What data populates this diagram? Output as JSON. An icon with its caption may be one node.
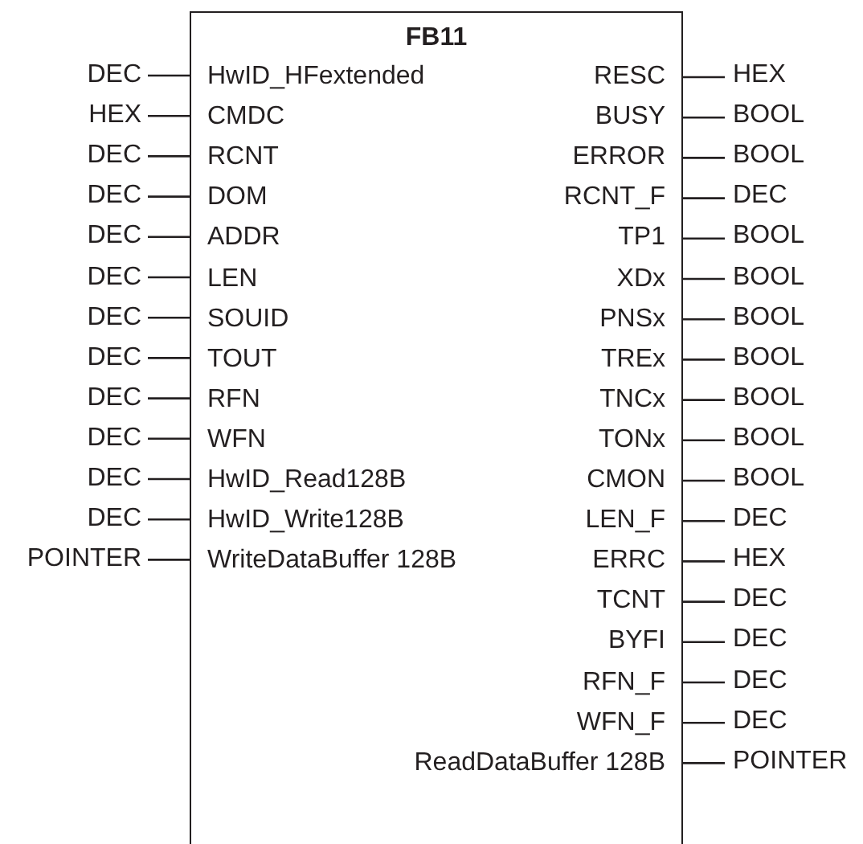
{
  "diagram": {
    "nodes": [
      {
        "text": [
          "FB11"
        ]
      },
      {
        "text": [
          "DEC"
        ]
      },
      {
        "text": [
          "HwID_HFextended"
        ],
        "in": 0
      },
      {
        "text": [
          "HEX"
        ]
      },
      {
        "text": [
          "CMDC"
        ],
        "in": 0
      },
      {
        "text": [
          "DEC"
        ]
      },
      {
        "text": [
          "RCNT"
        ],
        "in": 0
      },
      {
        "text": [
          "DEC"
        ]
      },
      {
        "text": [
          "DOM"
        ],
        "in": 0
      },
      {
        "text": [
          "DEC"
        ]
      },
      {
        "text": [
          "ADDR"
        ],
        "in": 0
      },
      {
        "text": [
          "DEC"
        ]
      },
      {
        "text": [
          "LEN"
        ],
        "in": 0
      },
      {
        "text": [
          "DEC"
        ]
      },
      {
        "text": [
          "SOUID"
        ],
        "in": 0
      },
      {
        "text": [
          "DEC"
        ]
      },
      {
        "text": [
          "TOUT"
        ],
        "in": 0
      },
      {
        "text": [
          "DEC"
        ]
      },
      {
        "text": [
          "RFN"
        ],
        "in": 0
      },
      {
        "text": [
          "DEC"
        ]
      },
      {
        "text": [
          "WFN"
        ],
        "in": 0
      },
      {
        "text": [
          "DEC"
        ]
      },
      {
        "text": [
          "HwID_Read128B"
        ],
        "in": 0
      },
      {
        "text": [
          "DEC"
        ]
      },
      {
        "text": [
          "HwID_Write128B"
        ],
        "in": 0
      },
      {
        "text": [
          "POINTER"
        ]
      },
      {
        "text": [
          "WriteDataBuffer 128B"
        ],
        "in": 0
      },
      {
        "text": [
          "RESC"
        ],
        "in": 0
      },
      {
        "text": [
          "HEX"
        ]
      },
      {
        "text": [
          "BUSY"
        ],
        "in": 0
      },
      {
        "text": [
          "BOOL"
        ]
      },
      {
        "text": [
          "ERROR"
        ],
        "in": 0
      },
      {
        "text": [
          "BOOL"
        ]
      },
      {
        "text": [
          "RCNT_F"
        ],
        "in": 0
      },
      {
        "text": [
          "DEC"
        ]
      },
      {
        "text": [
          "TP1"
        ],
        "in": 0
      },
      {
        "text": [
          "BOOL"
        ]
      },
      {
        "text": [
          "XDx"
        ],
        "in": 0
      },
      {
        "text": [
          "BOOL"
        ]
      },
      {
        "text": [
          "PNSx"
        ],
        "in": 0
      },
      {
        "text": [
          "BOOL"
        ]
      },
      {
        "text": [
          "TREx"
        ],
        "in": 0
      },
      {
        "text": [
          "BOOL"
        ]
      },
      {
        "text": [
          "TNCx"
        ],
        "in": 0
      },
      {
        "text": [
          "BOOL"
        ]
      },
      {
        "text": [
          "TONx"
        ],
        "in": 0
      },
      {
        "text": [
          "BOOL"
        ]
      },
      {
        "text": [
          "CMON"
        ],
        "in": 0
      },
      {
        "text": [
          "BOOL"
        ]
      },
      {
        "text": [
          "LEN_F"
        ],
        "in": 0
      },
      {
        "text": [
          "DEC"
        ]
      },
      {
        "text": [
          "ERRC"
        ],
        "in": 0
      },
      {
        "text": [
          "HEX"
        ]
      },
      {
        "text": [
          "TCNT"
        ],
        "in": 0
      },
      {
        "text": [
          "DEC"
        ]
      },
      {
        "text": [
          "BYFI"
        ],
        "in": 0
      },
      {
        "text": [
          "DEC"
        ]
      },
      {
        "text": [
          "RFN_F"
        ],
        "in": 0
      },
      {
        "text": [
          "DEC"
        ]
      },
      {
        "text": [
          "WFN_F"
        ],
        "in": 0
      },
      {
        "text": [
          "DEC"
        ]
      },
      {
        "text": [
          "ReadDataBuffer 128B"
        ],
        "in": 0
      },
      {
        "text": [
          "POINTER"
        ]
      }
    ],
    "edges": [
      {
        "from": 1,
        "to": 2,
        "arrow": "none"
      },
      {
        "from": 3,
        "to": 4,
        "arrow": "none"
      },
      {
        "from": 5,
        "to": 6,
        "arrow": "none"
      },
      {
        "from": 7,
        "to": 8,
        "arrow": "none"
      },
      {
        "from": 9,
        "to": 10,
        "arrow": "none"
      },
      {
        "from": 11,
        "to": 12,
        "arrow": "none"
      },
      {
        "from": 13,
        "to": 14,
        "arrow": "none"
      },
      {
        "from": 15,
        "to": 16,
        "arrow": "none"
      },
      {
        "from": 17,
        "to": 18,
        "arrow": "none"
      },
      {
        "from": 19,
        "to": 20,
        "arrow": "none"
      },
      {
        "from": 21,
        "to": 22,
        "arrow": "none"
      },
      {
        "from": 23,
        "to": 24,
        "arrow": "none"
      },
      {
        "from": 25,
        "to": 26,
        "arrow": "none"
      },
      {
        "from": 27,
        "to": 28,
        "arrow": "none"
      },
      {
        "from": 29,
        "to": 30,
        "arrow": "none"
      },
      {
        "from": 31,
        "to": 32,
        "arrow": "none"
      },
      {
        "from": 33,
        "to": 34,
        "arrow": "none"
      },
      {
        "from": 35,
        "to": 36,
        "arrow": "none"
      },
      {
        "from": 37,
        "to": 38,
        "arrow": "none"
      },
      {
        "from": 39,
        "to": 40,
        "arrow": "none"
      },
      {
        "from": 41,
        "to": 42,
        "arrow": "none"
      },
      {
        "from": 43,
        "to": 44,
        "arrow": "none"
      },
      {
        "from": 45,
        "to": 46,
        "arrow": "none"
      },
      {
        "from": 47,
        "to": 48,
        "arrow": "none"
      },
      {
        "from": 49,
        "to": 50,
        "arrow": "none"
      },
      {
        "from": 51,
        "to": 52,
        "arrow": "none"
      },
      {
        "from": 53,
        "to": 54,
        "arrow": "none"
      },
      {
        "from": 55,
        "to": 56,
        "arrow": "none"
      },
      {
        "from": 57,
        "to": 58,
        "arrow": "none"
      },
      {
        "from": 59,
        "to": 60,
        "arrow": "none"
      },
      {
        "from": 61,
        "to": 62,
        "arrow": "none"
      }
    ]
  }
}
